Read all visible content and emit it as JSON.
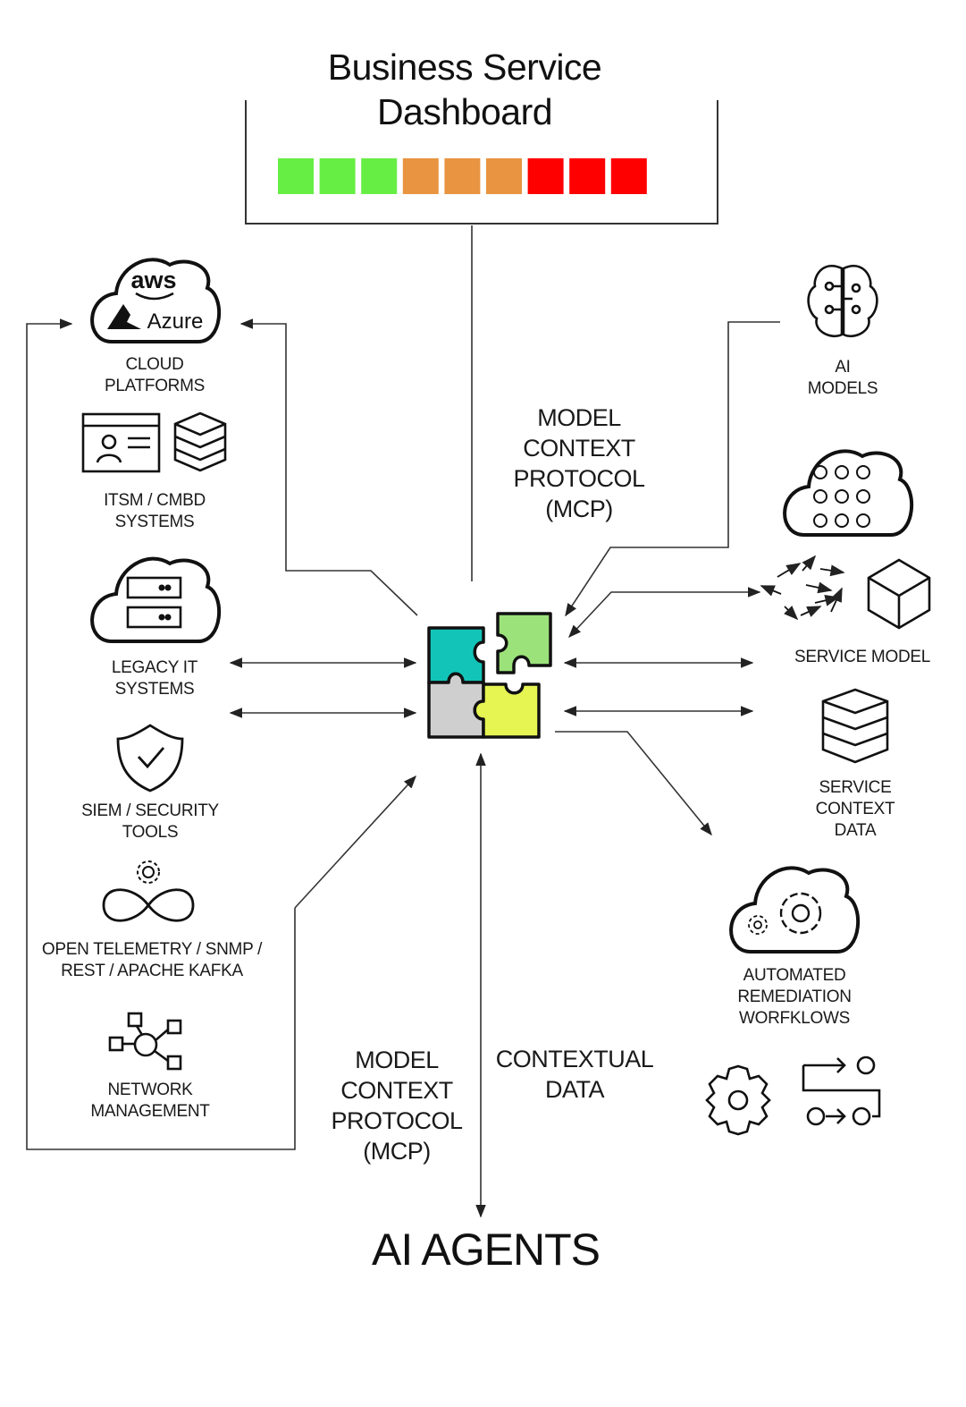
{
  "dashboard": {
    "title_line1": "Business Service",
    "title_line2": "Dashboard",
    "status_bar": [
      "#66ee44",
      "#66ee44",
      "#66ee44",
      "#e89440",
      "#e89440",
      "#e89440",
      "#ff0000",
      "#ff0000",
      "#ff0000"
    ]
  },
  "left_sources": {
    "cloud_platforms": {
      "line1": "CLOUD",
      "line2": "PLATFORMS",
      "logo_aws": "aws",
      "logo_azure": "Azure"
    },
    "itsm": {
      "line1": "ITSM / CMBD",
      "line2": "SYSTEMS"
    },
    "legacy": {
      "line1": "LEGACY IT",
      "line2": "SYSTEMS"
    },
    "siem": {
      "line1": "SIEM / SECURITY",
      "line2": "TOOLS"
    },
    "telemetry": {
      "line1": "OPEN TELEMETRY / SNMP /",
      "line2": "REST / APACHE KAFKA"
    },
    "network": {
      "line1": "NETWORK",
      "line2": "MANAGEMENT"
    }
  },
  "right_sources": {
    "ai_models": {
      "line1": "AI",
      "line2": "MODELS"
    },
    "service_model": {
      "line1": "SERVICE MODEL"
    },
    "service_context": {
      "line1": "SERVICE",
      "line2": "CONTEXT",
      "line3": "DATA"
    },
    "remediation": {
      "line1": "AUTOMATED",
      "line2": "REMEDIATION",
      "line3": "WORFKLOWS"
    }
  },
  "center": {
    "mcp_top": {
      "line1": "MODEL",
      "line2": "CONTEXT",
      "line3": "PROTOCOL",
      "line4": "(MCP)"
    },
    "mcp_bottom": {
      "line1": "MODEL",
      "line2": "CONTEXT",
      "line3": "PROTOCOL",
      "line4": "(MCP)"
    },
    "contextual": {
      "line1": "CONTEXTUAL",
      "line2": "DATA"
    },
    "agents": "AI AGENTS",
    "puzzle_colors": {
      "teal": "#12c4b8",
      "green": "#9be27a",
      "grey": "#cfcfcf",
      "lime": "#e6f552"
    }
  }
}
